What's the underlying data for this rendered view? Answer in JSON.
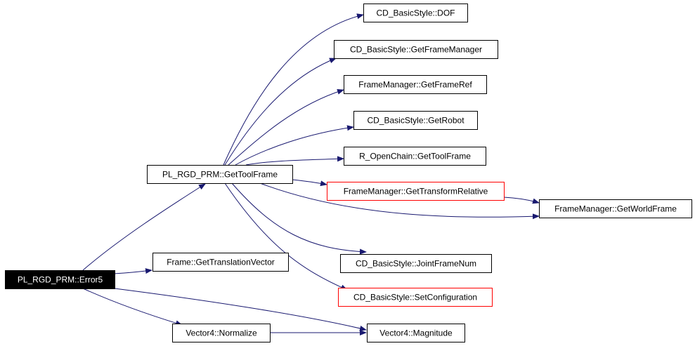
{
  "diagram": {
    "nodes": [
      {
        "id": "error5",
        "label": "PL_RGD_PRM::Error5",
        "style": "root"
      },
      {
        "id": "gettoolframe",
        "label": "PL_RGD_PRM::GetToolFrame",
        "style": "normal"
      },
      {
        "id": "dof",
        "label": "CD_BasicStyle::DOF",
        "style": "normal"
      },
      {
        "id": "getfm",
        "label": "CD_BasicStyle::GetFrameManager",
        "style": "normal"
      },
      {
        "id": "getframeref",
        "label": "FrameManager::GetFrameRef",
        "style": "normal"
      },
      {
        "id": "getrobot",
        "label": "CD_BasicStyle::GetRobot",
        "style": "normal"
      },
      {
        "id": "rtoolframe",
        "label": "R_OpenChain::GetToolFrame",
        "style": "normal"
      },
      {
        "id": "transrel",
        "label": "FrameManager::GetTransformRelative",
        "style": "truncated"
      },
      {
        "id": "worldframe",
        "label": "FrameManager::GetWorldFrame",
        "style": "normal"
      },
      {
        "id": "transvec",
        "label": "Frame::GetTranslationVector",
        "style": "normal"
      },
      {
        "id": "jointnum",
        "label": "CD_BasicStyle::JointFrameNum",
        "style": "normal"
      },
      {
        "id": "setconfig",
        "label": "CD_BasicStyle::SetConfiguration",
        "style": "truncated"
      },
      {
        "id": "normalize",
        "label": "Vector4::Normalize",
        "style": "normal"
      },
      {
        "id": "magnitude",
        "label": "Vector4::Magnitude",
        "style": "normal"
      }
    ],
    "edges": [
      {
        "from": "error5",
        "to": "gettoolframe"
      },
      {
        "from": "error5",
        "to": "transvec"
      },
      {
        "from": "error5",
        "to": "normalize"
      },
      {
        "from": "error5",
        "to": "magnitude"
      },
      {
        "from": "gettoolframe",
        "to": "dof"
      },
      {
        "from": "gettoolframe",
        "to": "getfm"
      },
      {
        "from": "gettoolframe",
        "to": "getframeref"
      },
      {
        "from": "gettoolframe",
        "to": "getrobot"
      },
      {
        "from": "gettoolframe",
        "to": "rtoolframe"
      },
      {
        "from": "gettoolframe",
        "to": "transrel"
      },
      {
        "from": "gettoolframe",
        "to": "worldframe"
      },
      {
        "from": "gettoolframe",
        "to": "jointnum"
      },
      {
        "from": "gettoolframe",
        "to": "setconfig"
      },
      {
        "from": "transrel",
        "to": "worldframe"
      },
      {
        "from": "normalize",
        "to": "magnitude"
      }
    ],
    "colors": {
      "edge": "#191970",
      "node_border": "#000000",
      "truncated_border": "#ff0000",
      "root_fill": "#000000",
      "root_text": "#ffffff",
      "node_fill": "#ffffff",
      "node_text": "#000000"
    }
  }
}
